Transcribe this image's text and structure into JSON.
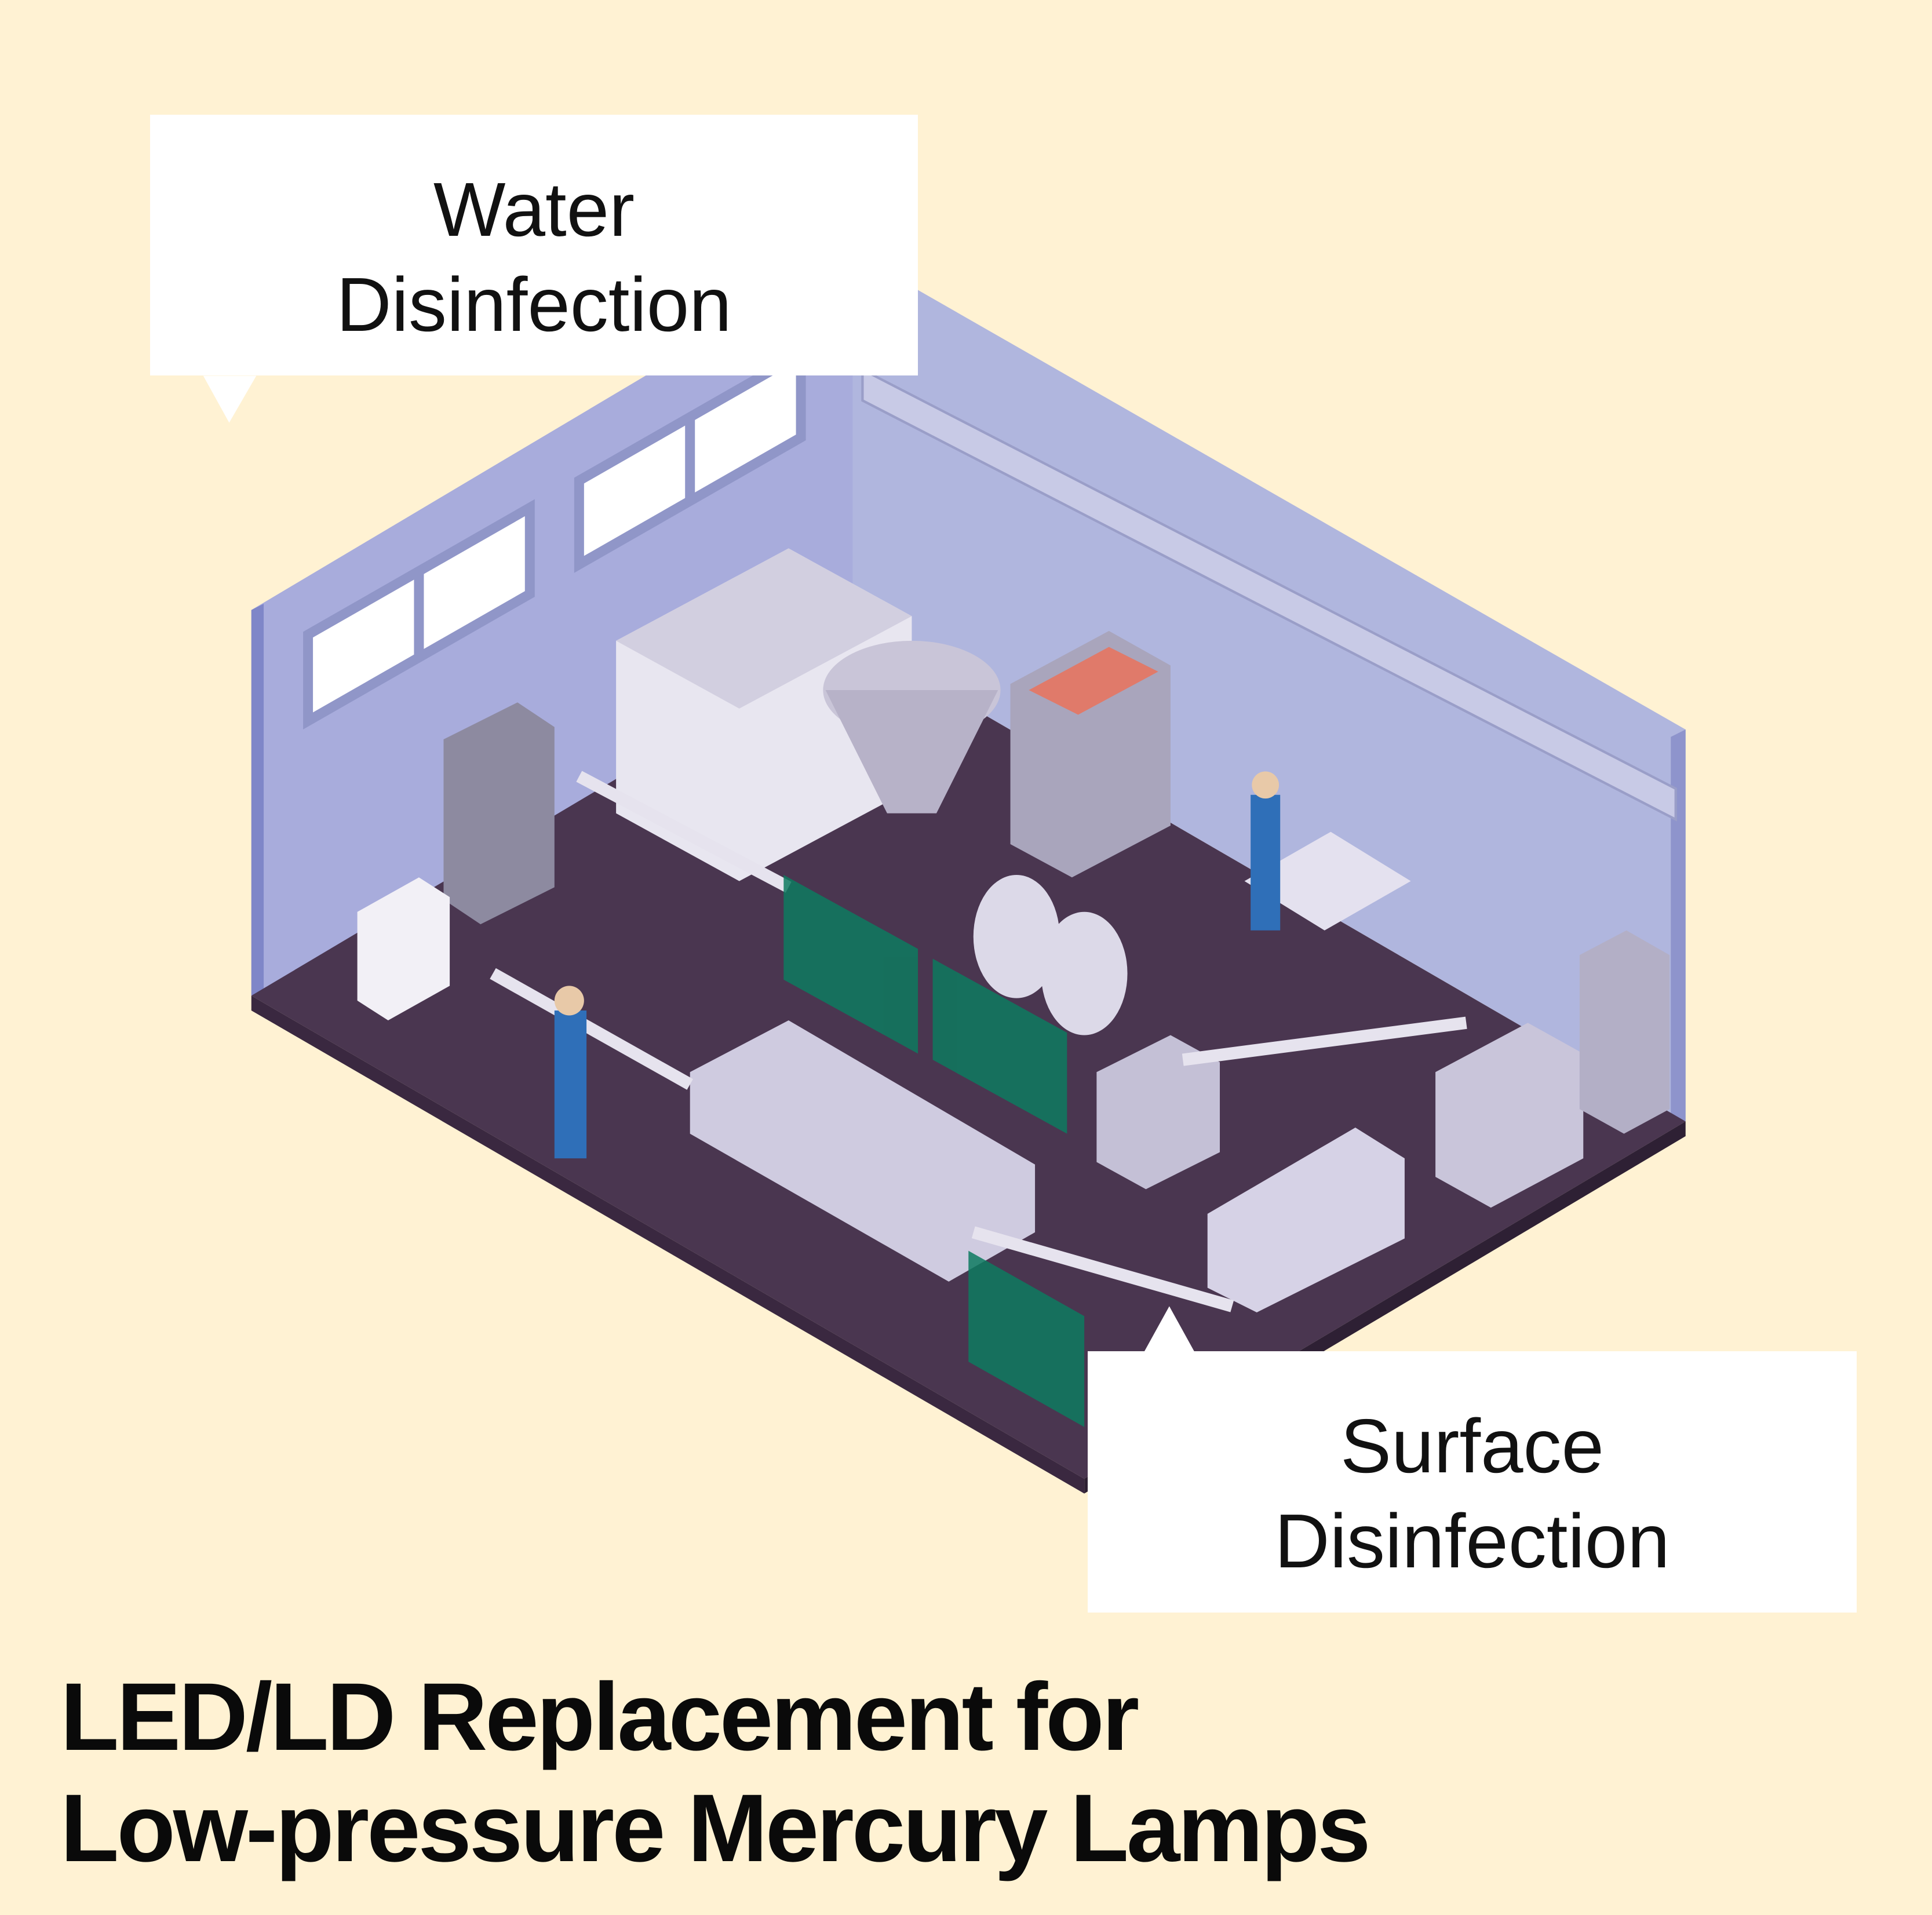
{
  "callouts": {
    "water": {
      "line1": "Water",
      "line2": "Disinfection"
    },
    "surface": {
      "line1": "Surface",
      "line2": "Disinfection"
    }
  },
  "title": {
    "line1": "LED/LD Replacement for",
    "line2": "Low-pressure Mercury Lamps"
  },
  "colors": {
    "background": "#fff2d3",
    "wall_left": "#a8acdc",
    "wall_right": "#b0b6de",
    "floor": "#4a3650",
    "fence": "#0d7a5f"
  }
}
